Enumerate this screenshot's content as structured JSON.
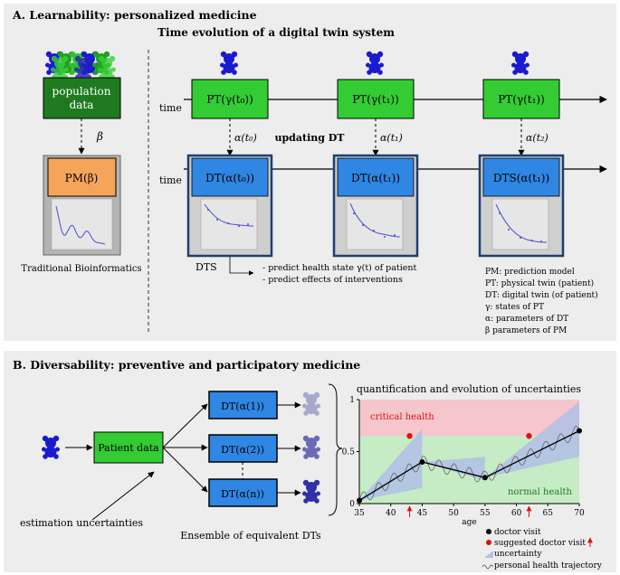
{
  "panelA": {
    "title": "A. Learnability: personalized medicine",
    "subtitle": "Time evolution of a digital twin system",
    "population_label_1": "population",
    "population_label_2": "data",
    "beta": "β",
    "pm_label": "PM(β)",
    "traditional_label": "Traditional Bioinformatics",
    "time_label": "time",
    "pt_labels": [
      "PT(γ(t₀))",
      "PT(γ(t₁))",
      "PT(γ(t₁))"
    ],
    "alpha_labels": [
      "α(t₀)",
      "α(t₁)",
      "α(t₂)"
    ],
    "updating_label": "updating DT",
    "dt_labels": [
      "DT(α(t₀))",
      "DT(α(t₁))",
      "DTS(α(t₁))"
    ],
    "dts_label": "DTS",
    "predict_1": "- predict health state γ(t) of patient",
    "predict_2": "- predict effects of interventions",
    "legend": [
      "PM: prediction model",
      "PT: physical twin (patient)",
      "DT: digital twin (of patient)",
      "γ: states of PT",
      "α: parameters of DT",
      "β parameters of PM"
    ]
  },
  "panelB": {
    "title": "B. Diversability: preventive and participatory medicine",
    "patient_data": "Patient data",
    "dt_labels": [
      "DT(α(1))",
      "DT(α(2))",
      "DT(α(n))"
    ],
    "estimation_label": "estimation uncertainties",
    "ensemble_label": "Ensemble of equivalent DTs",
    "chart_title": "quantification and evolution of uncertainties",
    "critical_label": "critical health",
    "normal_label": "normal health",
    "xlabel": "age",
    "legend": [
      "doctor visit",
      "suggested doctor visit",
      "uncertainty",
      "personal health trajectory"
    ]
  },
  "colors": {
    "green": "#33cc33",
    "dark_green": "#1f7a1f",
    "blue": "#2f86e3",
    "orange": "#f5a55a",
    "navy": "#1d3f73",
    "red": "#e01010",
    "critical_fill": "#f5c6cc",
    "normal_fill": "#c6ecc6",
    "uncertainty_fill": "#b0bfe6"
  },
  "chart_data": {
    "type": "line",
    "title": "quantification and evolution of uncertainties",
    "xlabel": "age",
    "ylabel": "",
    "xlim": [
      35,
      70
    ],
    "ylim": [
      0,
      1
    ],
    "xticks": [
      35,
      40,
      45,
      50,
      55,
      60,
      65,
      70
    ],
    "yticks": [
      0,
      0.5,
      1
    ],
    "critical_threshold": 0.65,
    "series": [
      {
        "name": "doctor visit",
        "x": [
          35,
          45,
          55,
          70
        ],
        "y": [
          0.03,
          0.4,
          0.25,
          0.7
        ]
      },
      {
        "name": "suggested doctor visit",
        "x": [
          43,
          62
        ],
        "y": [
          0.65,
          0.65
        ]
      }
    ],
    "suggested_visit_arrows": [
      43,
      62
    ],
    "uncertainty_bands": [
      {
        "x": [
          35,
          45
        ],
        "lower": [
          0.03,
          0.15
        ],
        "upper": [
          0.03,
          0.72
        ]
      },
      {
        "x": [
          45,
          55
        ],
        "lower": [
          0.4,
          0.22
        ],
        "upper": [
          0.4,
          0.45
        ]
      },
      {
        "x": [
          55,
          70
        ],
        "lower": [
          0.25,
          0.45
        ],
        "upper": [
          0.25,
          0.98
        ]
      }
    ]
  }
}
